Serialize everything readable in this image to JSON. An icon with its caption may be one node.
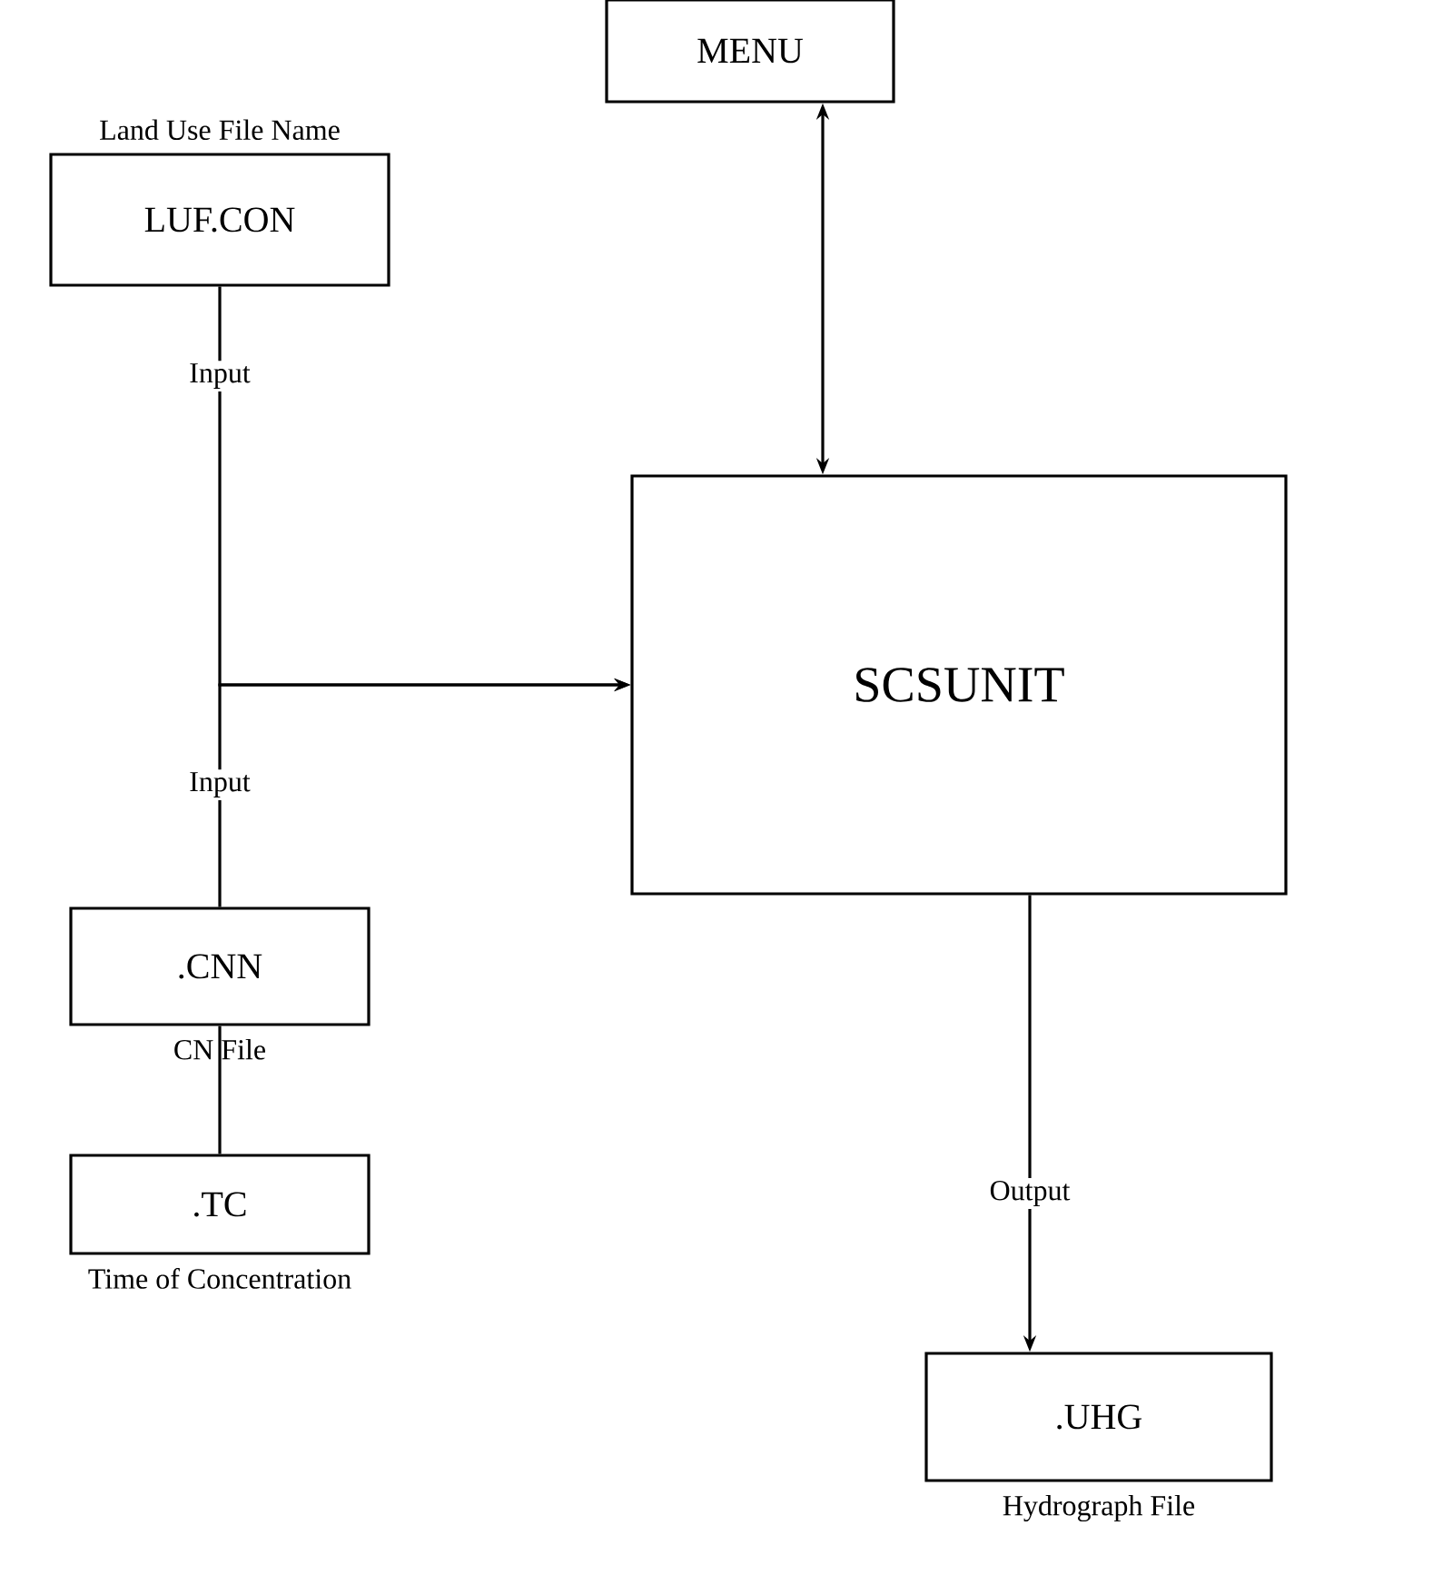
{
  "diagram": {
    "nodes": [
      {
        "text": [
          "MENU"
        ]
      },
      {
        "text": [
          "LUF.CON"
        ],
        "beside": [
          "Land Use File Name"
        ]
      },
      {
        "text": [
          "SCSUNIT"
        ]
      },
      {
        "text": [
          ".CNN"
        ],
        "beside": [
          "CN File"
        ]
      },
      {
        "text": [
          ".TC"
        ],
        "beside": [
          "Time of Concentration"
        ]
      },
      {
        "text": [
          ".UHG"
        ],
        "beside": [
          "Hydrograph File"
        ]
      }
    ],
    "edges": [
      {
        "from": 0,
        "to": 2,
        "arrow": "both"
      },
      {
        "from": 1,
        "to": 2,
        "arrow": "to",
        "label": "Input"
      },
      {
        "from": 3,
        "to": 2,
        "arrow": "to",
        "label": "Input"
      },
      {
        "from": 3,
        "to": 4,
        "arrow": "none"
      },
      {
        "from": 2,
        "to": 5,
        "arrow": "to",
        "label": "Output"
      }
    ]
  }
}
